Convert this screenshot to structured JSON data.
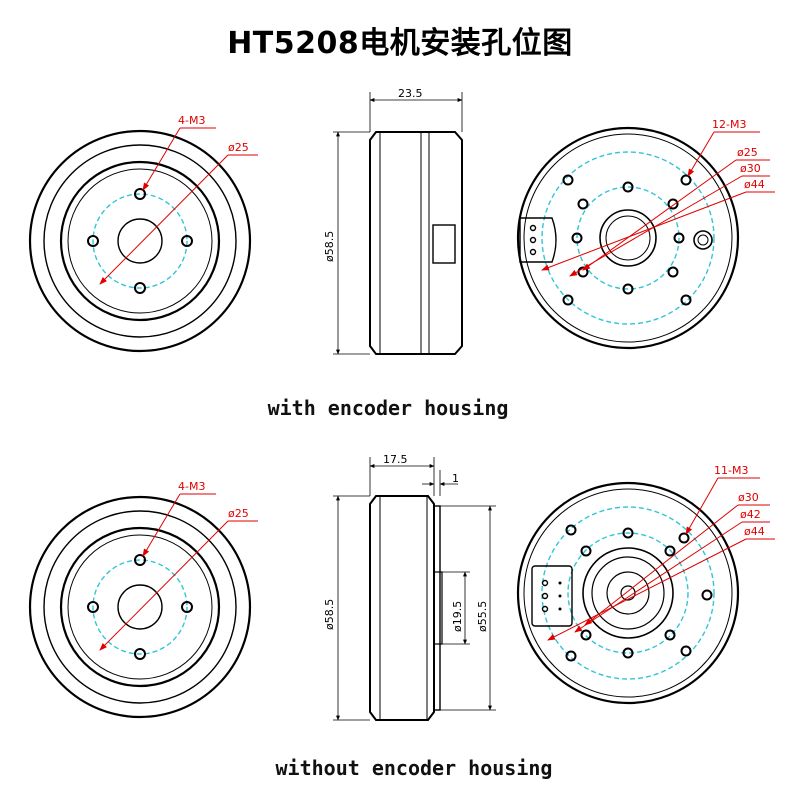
{
  "title": "HT5208电机安装孔位图",
  "sections": [
    {
      "caption": "with encoder housing",
      "front_view": {
        "holes_label": "4-M3",
        "pcd_label": "ø25"
      },
      "side_view": {
        "width_label": "23.5",
        "diameter_label": "ø58.5"
      },
      "rear_view": {
        "holes_label": "12-M3",
        "d1_label": "ø25",
        "d2_label": "ø30",
        "d3_label": "ø44"
      }
    },
    {
      "caption": "without encoder housing",
      "front_view": {
        "holes_label": "4-M3",
        "pcd_label": "ø25"
      },
      "side_view": {
        "width_label": "17.5",
        "step_label": "1",
        "diameter_label": "ø58.5",
        "shaft_label": "ø19.5",
        "boss_label": "ø55.5"
      },
      "rear_view": {
        "holes_label": "11-M3",
        "d1_label": "ø30",
        "d2_label": "ø42",
        "d3_label": "ø44"
      }
    }
  ],
  "colors": {
    "dimension_red": "#e00000",
    "pitch_circle_cyan": "#33c4d8",
    "outline": "#000000"
  }
}
